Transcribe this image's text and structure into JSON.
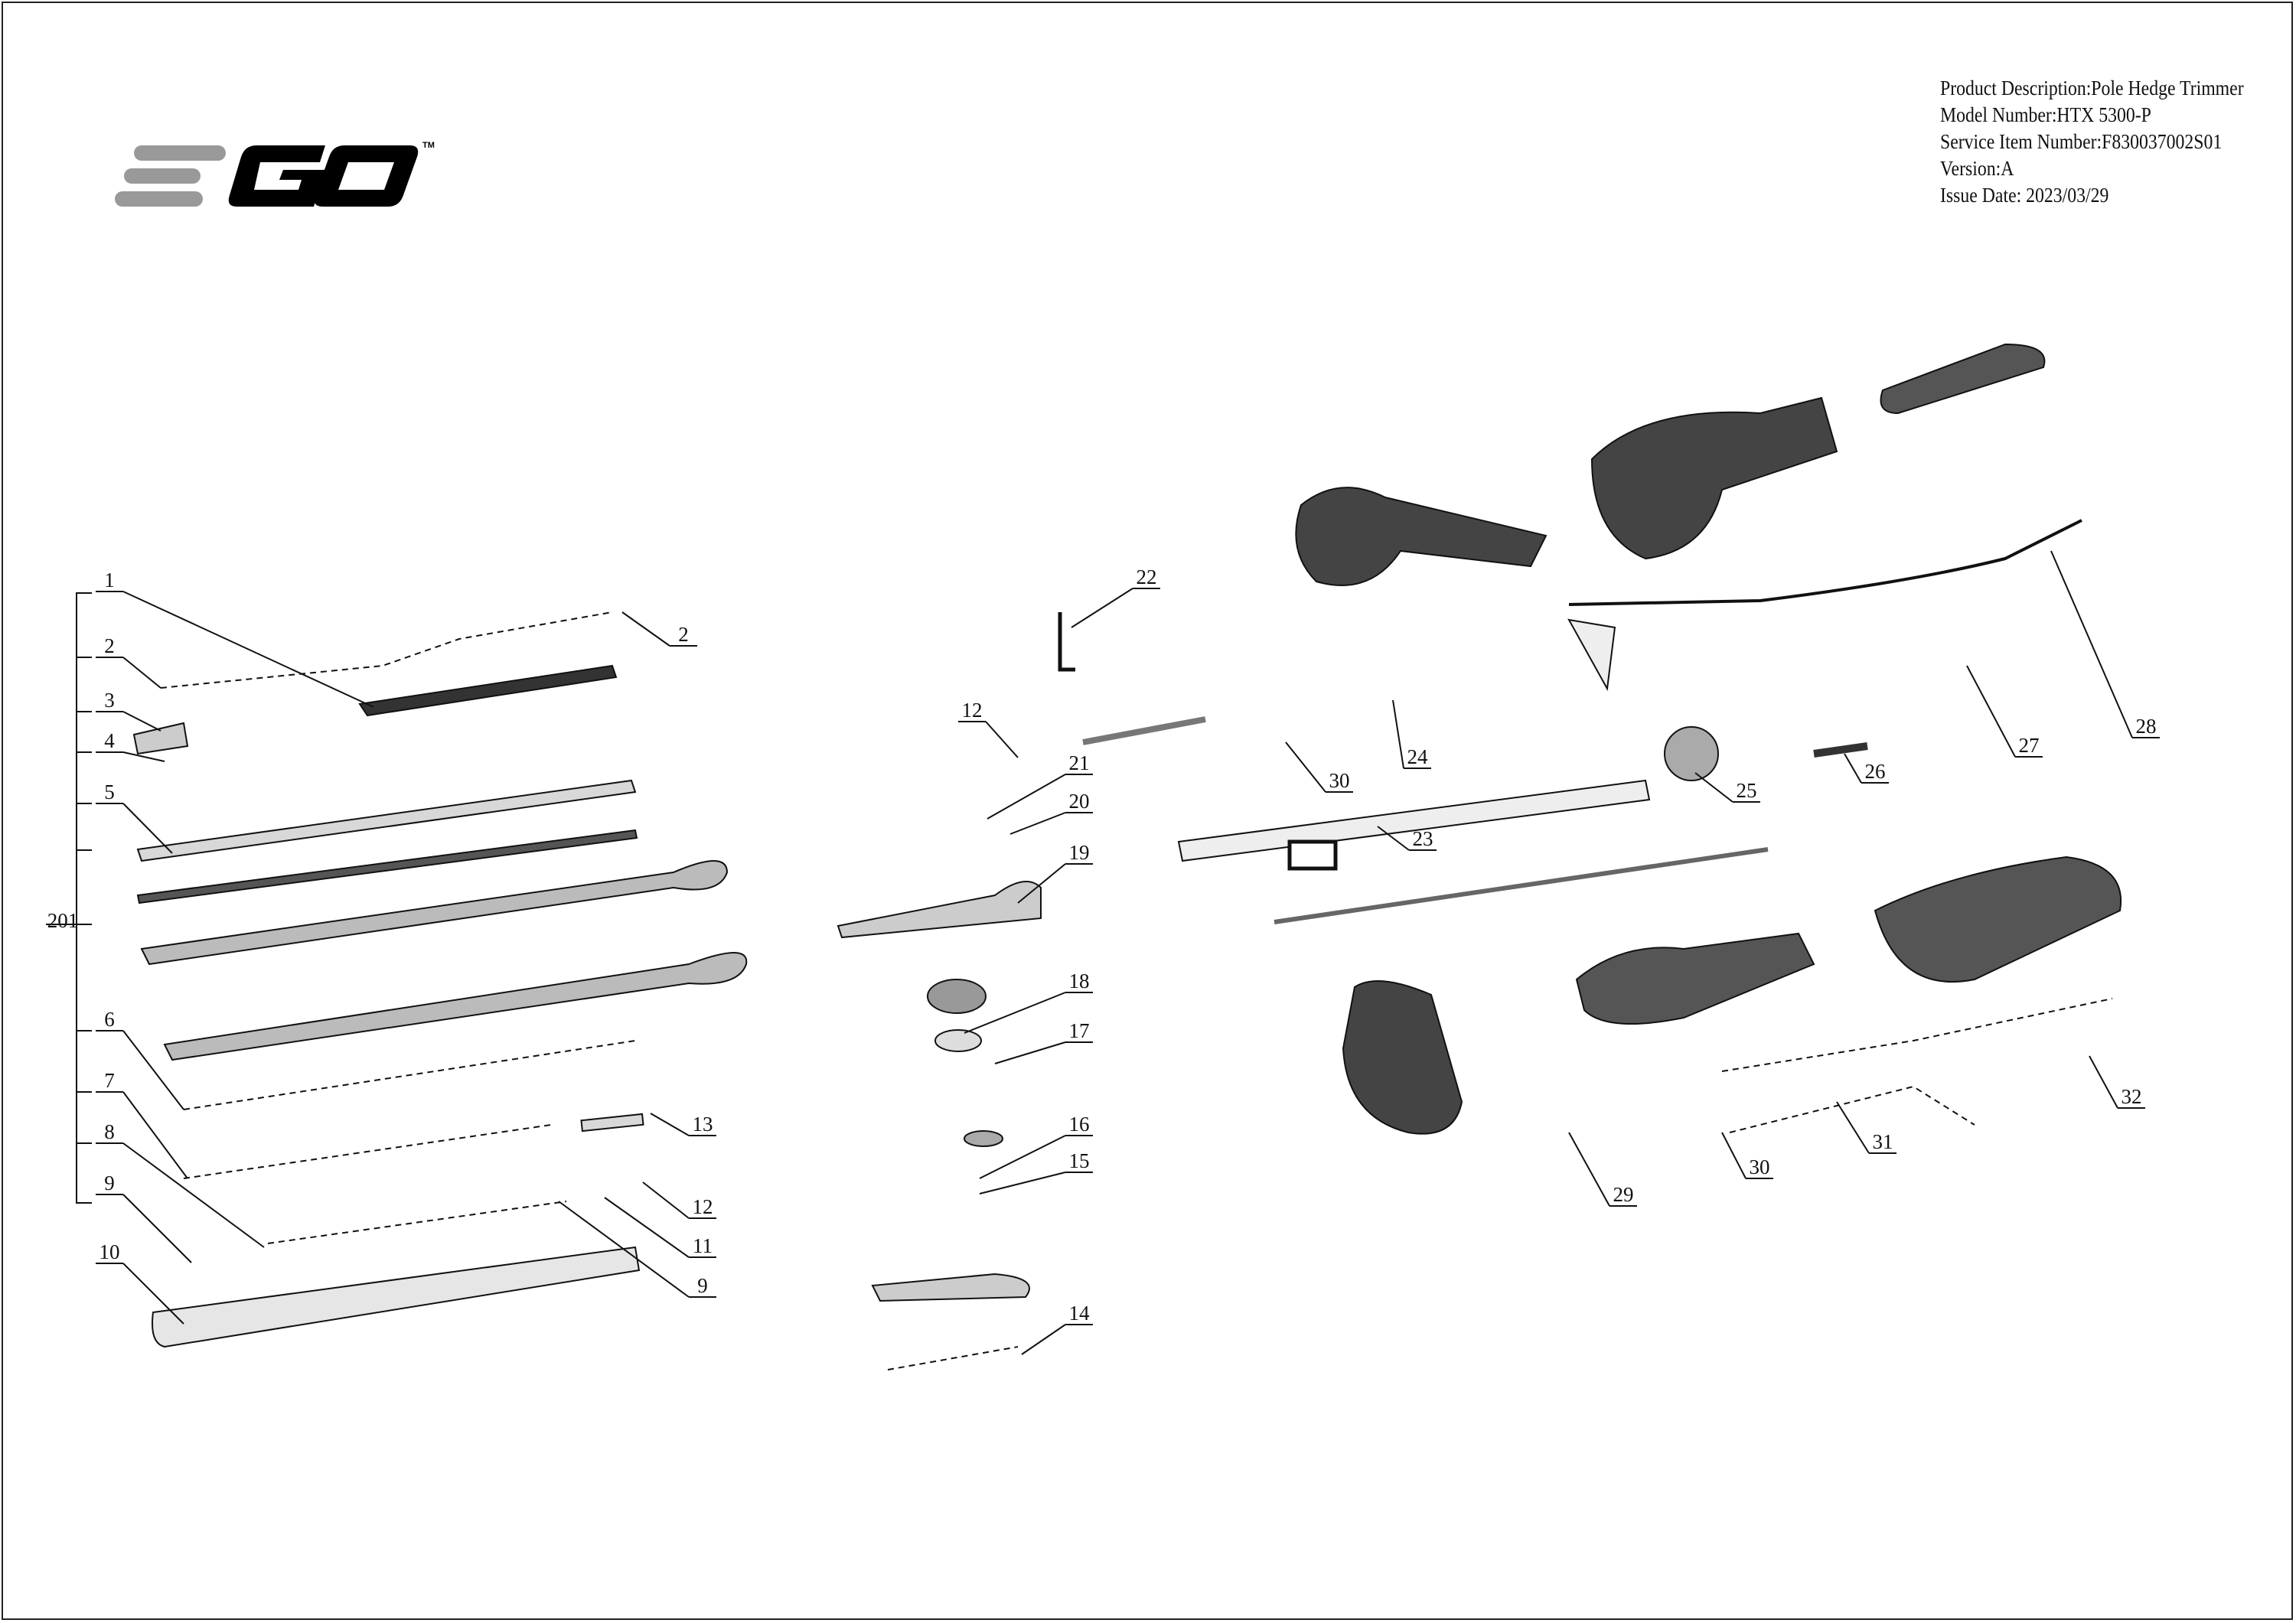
{
  "brand": {
    "logo_text": "EGO",
    "trademark": "TM"
  },
  "info": {
    "product_description": "Product Description:Pole Hedge Trimmer",
    "model_number": "Model Number:HTX 5300-P",
    "service_item_number": "Service Item Number:F830037002S01",
    "version": "Version:A",
    "issue_date": "Issue Date: 2023/03/29"
  },
  "group_label": "201",
  "callouts": [
    "1",
    "2",
    "2",
    "3",
    "4",
    "5",
    "6",
    "7",
    "8",
    "9",
    "10",
    "13",
    "12",
    "11",
    "9",
    "22",
    "12",
    "21",
    "20",
    "19",
    "18",
    "17",
    "16",
    "15",
    "14",
    "30",
    "24",
    "23",
    "25",
    "26",
    "27",
    "28",
    "32",
    "31",
    "30",
    "29"
  ],
  "colors": {
    "line": "#111111",
    "part_fill": "#d8d8d8",
    "part_dark": "#3a3a3a",
    "logo_gray": "#999999"
  }
}
